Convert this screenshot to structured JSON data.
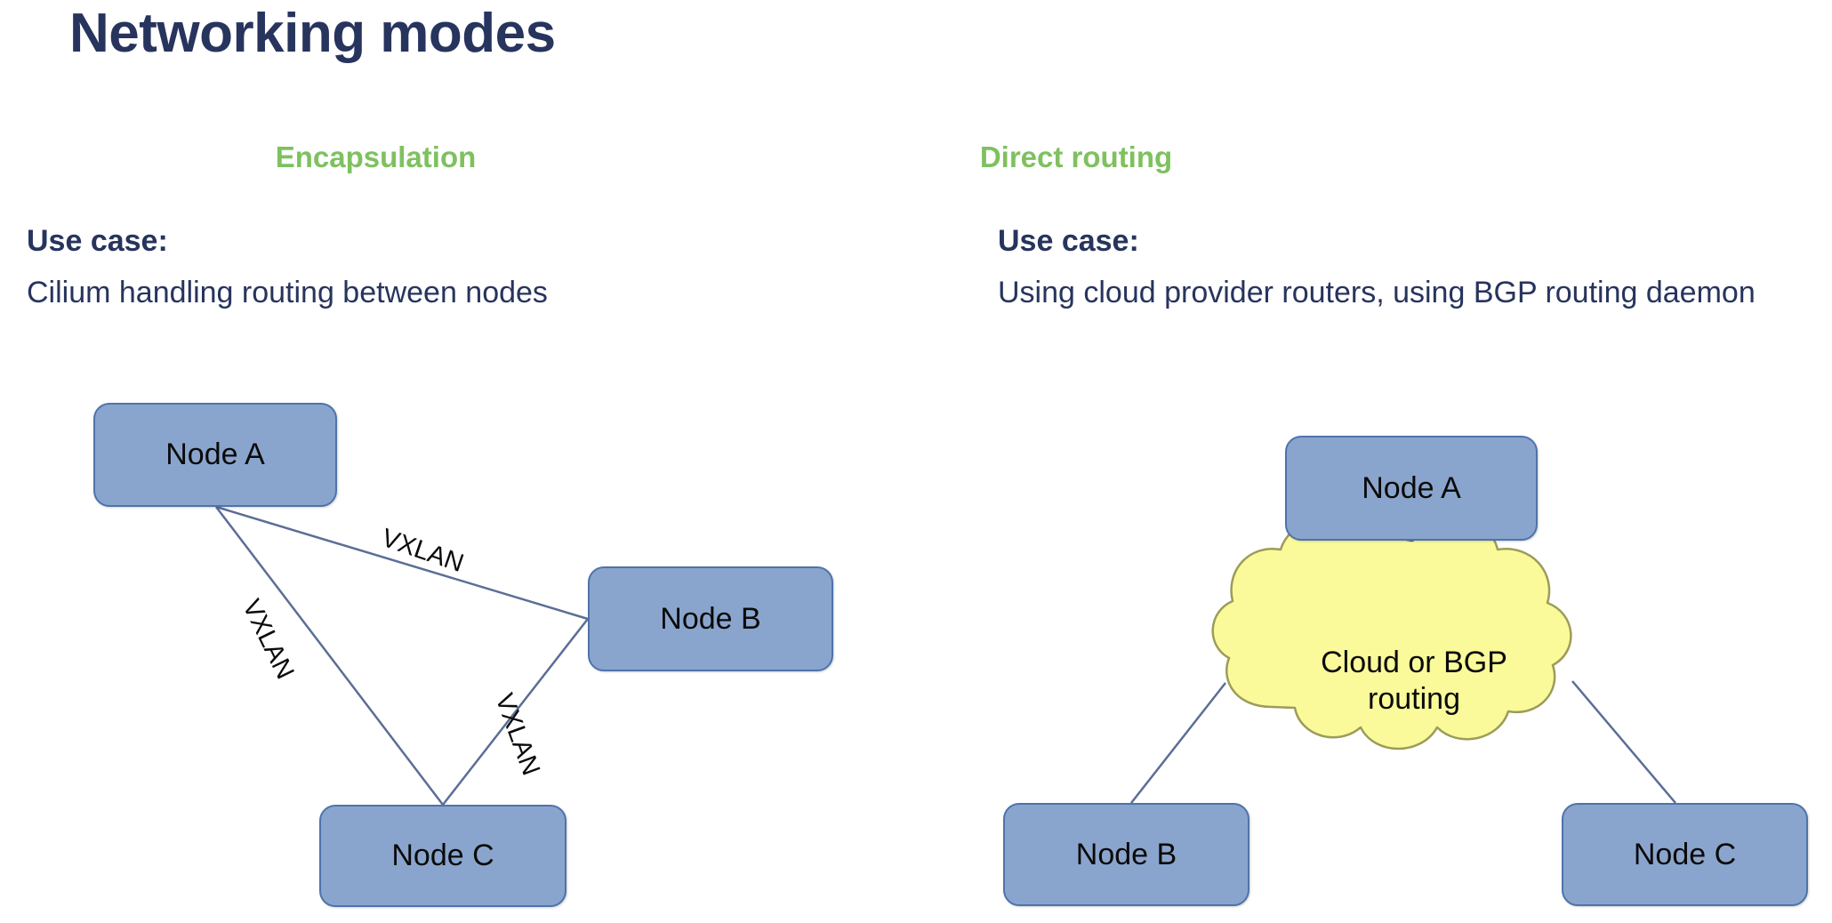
{
  "slide": {
    "title": "Networking modes",
    "background": "#ffffff",
    "title_color": "#27345d",
    "accent_color": "#7ec15f",
    "node_fill": "#8aa5cd",
    "node_stroke": "#4e73ab",
    "cloud_fill": "#fafa9a",
    "cloud_stroke": "#9c9c5a",
    "edge_color": "#5b6e96"
  },
  "columns": [
    {
      "id": "encapsulation",
      "header": "Encapsulation",
      "usecase_label": "Use case:",
      "usecase_body": "Cilium handling routing between nodes",
      "diagram": {
        "type": "mesh",
        "nodes": [
          {
            "id": "node-a",
            "label": "Node A"
          },
          {
            "id": "node-b",
            "label": "Node B"
          },
          {
            "id": "node-c",
            "label": "Node C"
          }
        ],
        "edges": [
          {
            "from": "node-a",
            "to": "node-b",
            "label": "VXLAN"
          },
          {
            "from": "node-a",
            "to": "node-c",
            "label": "VXLAN"
          },
          {
            "from": "node-b",
            "to": "node-c",
            "label": "VXLAN"
          }
        ]
      }
    },
    {
      "id": "direct-routing",
      "header": "Direct routing",
      "usecase_label": "Use case:",
      "usecase_body": "Using cloud provider routers, using BGP routing daemon",
      "diagram": {
        "type": "hub-and-spoke",
        "hub": {
          "id": "cloud",
          "label_line1": "Cloud or BGP",
          "label_line2": "routing"
        },
        "nodes": [
          {
            "id": "node-a",
            "label": "Node A"
          },
          {
            "id": "node-b",
            "label": "Node B"
          },
          {
            "id": "node-c",
            "label": "Node C"
          }
        ],
        "edges": [
          {
            "from": "node-a",
            "to": "cloud"
          },
          {
            "from": "node-b",
            "to": "cloud"
          },
          {
            "from": "node-c",
            "to": "cloud"
          }
        ]
      }
    }
  ]
}
